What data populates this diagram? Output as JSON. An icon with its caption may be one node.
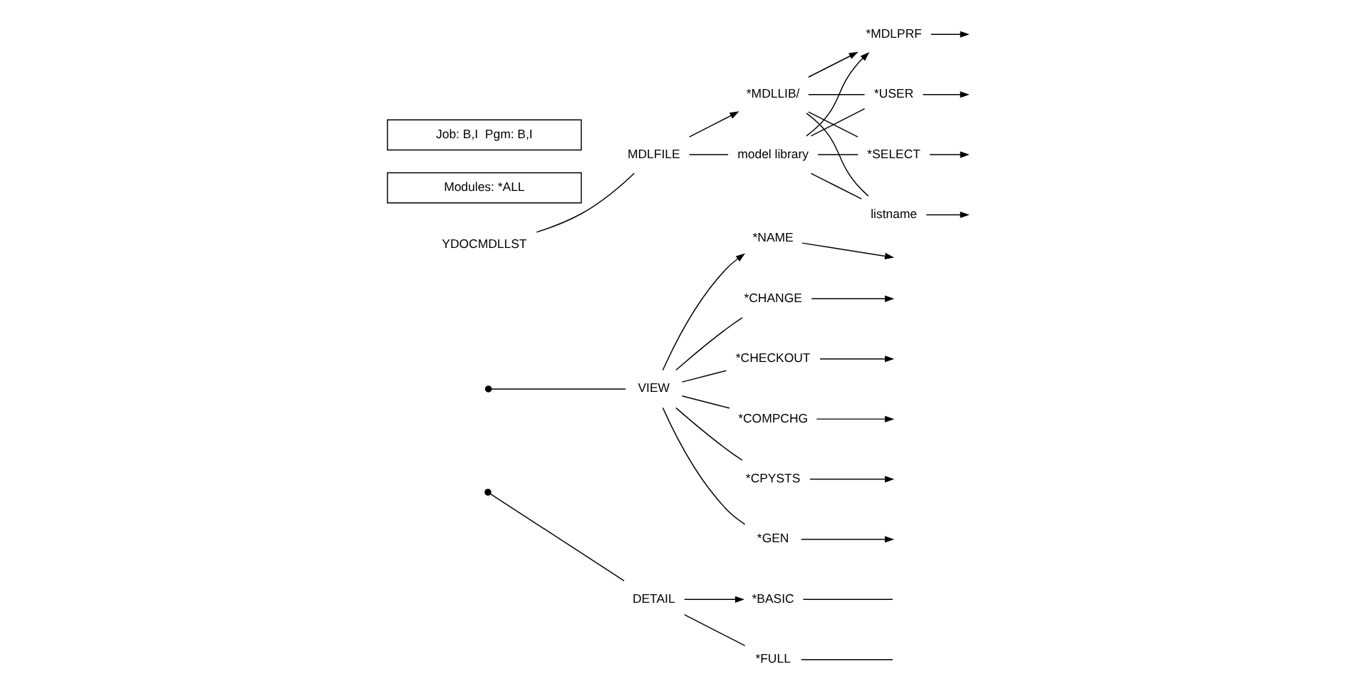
{
  "diagram": {
    "nodes": [
      {
        "text": [
          "YDOCMDLLST"
        ]
      },
      {
        "text": [
          "MDLFILE"
        ]
      },
      {
        "text": [
          "*MDLLIB/"
        ]
      },
      {
        "text": [
          "model library"
        ]
      },
      {
        "text": [
          "*MDLPRF"
        ]
      },
      {
        "text": [
          "*USER"
        ]
      },
      {
        "text": [
          "*SELECT"
        ]
      },
      {
        "text": [
          "listname"
        ]
      },
      {
        "text": [
          "VIEW"
        ]
      },
      {
        "text": [
          "*NAME"
        ]
      },
      {
        "text": [
          "*CHANGE"
        ]
      },
      {
        "text": [
          "*CHECKOUT"
        ]
      },
      {
        "text": [
          "*COMPCHG"
        ]
      },
      {
        "text": [
          "*CPYSTS"
        ]
      },
      {
        "text": [
          "*GEN"
        ]
      },
      {
        "text": [
          "DETAIL"
        ]
      },
      {
        "text": [
          "*BASIC"
        ]
      },
      {
        "text": [
          "*FULL"
        ]
      },
      {
        "text": [
          "Modules: *ALL"
        ]
      },
      {
        "text": [
          "Job: B,I  Pgm: B,I"
        ]
      }
    ],
    "edges": [
      {
        "from": 0,
        "to": 1,
        "arrow": "none"
      },
      {
        "from": 1,
        "to": 2,
        "arrow": "to"
      },
      {
        "from": 1,
        "to": 3,
        "arrow": "none"
      },
      {
        "from": 2,
        "to": 4,
        "arrow": "to"
      },
      {
        "from": 2,
        "to": 5,
        "arrow": "none"
      },
      {
        "from": 2,
        "to": 6,
        "arrow": "none"
      },
      {
        "from": 2,
        "to": 7,
        "arrow": "none"
      },
      {
        "from": 3,
        "to": 4,
        "arrow": "to"
      },
      {
        "from": 3,
        "to": 5,
        "arrow": "none"
      },
      {
        "from": 3,
        "to": 6,
        "arrow": "none"
      },
      {
        "from": 3,
        "to": 7,
        "arrow": "none"
      },
      {
        "from": 4,
        "to": null,
        "arrow": "to"
      },
      {
        "from": 5,
        "to": null,
        "arrow": "to"
      },
      {
        "from": 6,
        "to": null,
        "arrow": "to"
      },
      {
        "from": 7,
        "to": null,
        "arrow": "to"
      },
      {
        "from": null,
        "to": 8,
        "arrow": "other"
      },
      {
        "from": 8,
        "to": 9,
        "arrow": "to"
      },
      {
        "from": 8,
        "to": 10,
        "arrow": "none"
      },
      {
        "from": 8,
        "to": 11,
        "arrow": "none"
      },
      {
        "from": 8,
        "to": 12,
        "arrow": "none"
      },
      {
        "from": 8,
        "to": 13,
        "arrow": "none"
      },
      {
        "from": 8,
        "to": 14,
        "arrow": "none"
      },
      {
        "from": 9,
        "to": null,
        "arrow": "to"
      },
      {
        "from": 10,
        "to": null,
        "arrow": "to"
      },
      {
        "from": 11,
        "to": null,
        "arrow": "to"
      },
      {
        "from": 12,
        "to": null,
        "arrow": "to"
      },
      {
        "from": 13,
        "to": null,
        "arrow": "to"
      },
      {
        "from": 14,
        "to": null,
        "arrow": "to"
      },
      {
        "from": null,
        "to": 15,
        "arrow": "other"
      },
      {
        "from": 15,
        "to": 16,
        "arrow": "to"
      },
      {
        "from": 15,
        "to": 17,
        "arrow": "none"
      },
      {
        "from": 16,
        "to": null,
        "arrow": "none"
      },
      {
        "from": 17,
        "to": null,
        "arrow": "none"
      }
    ]
  }
}
